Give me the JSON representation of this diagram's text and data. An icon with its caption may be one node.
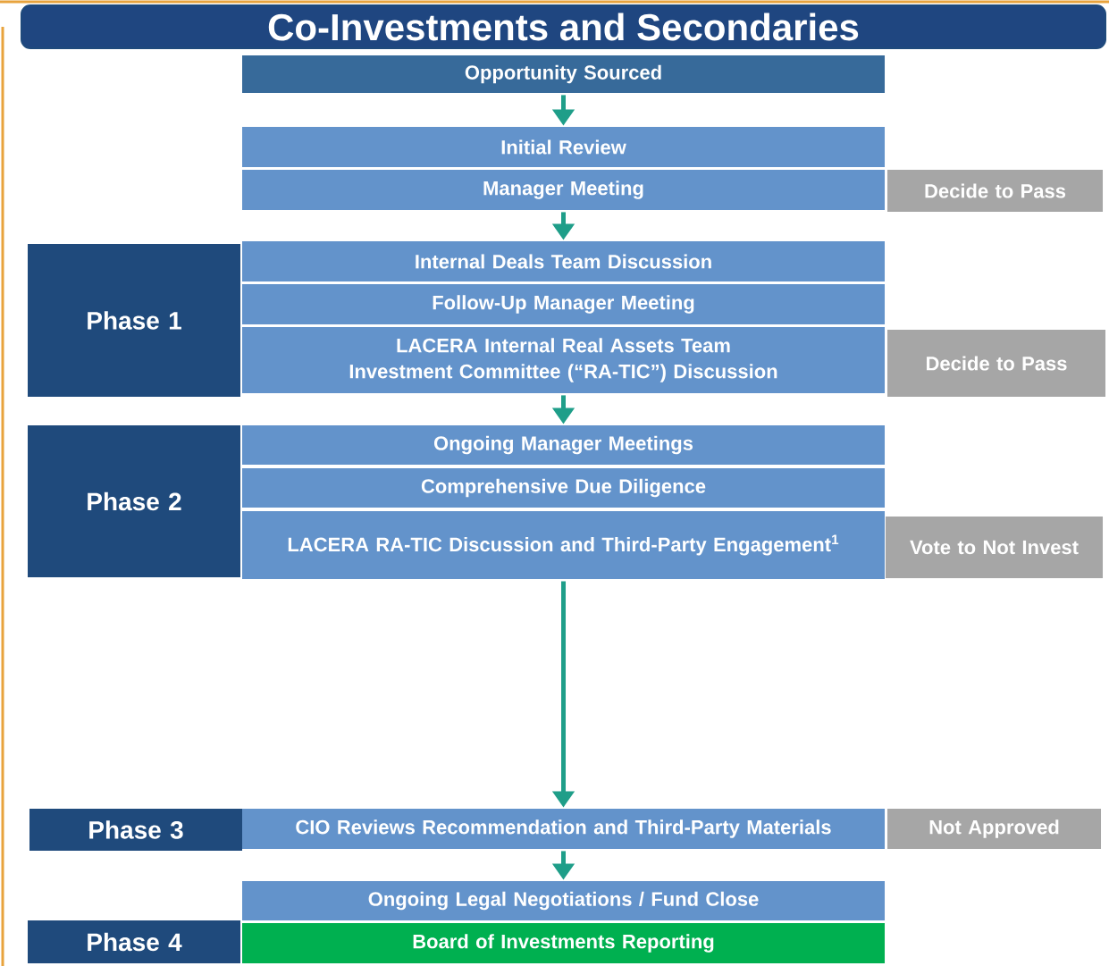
{
  "diagram": {
    "title": "Co-Investments and Secondaries",
    "nodes": [
      {
        "text": [
          "Opportunity Sourced"
        ]
      },
      {
        "text": [
          "Initial Review"
        ]
      },
      {
        "text": [
          "Manager Meeting"
        ]
      },
      {
        "text": [
          "Decide to Pass"
        ]
      },
      {
        "text": [
          "Phase 1"
        ]
      },
      {
        "text": [
          "Internal Deals Team Discussion"
        ]
      },
      {
        "text": [
          "Follow-Up Manager Meeting"
        ]
      },
      {
        "text": [
          "LACERA Internal Real Assets Team Investment Committee (“RA-TIC”) Discussion"
        ]
      },
      {
        "text": [
          "Decide to Pass"
        ]
      },
      {
        "text": [
          "Phase 2"
        ]
      },
      {
        "text": [
          "Ongoing Manager Meetings"
        ]
      },
      {
        "text": [
          "Comprehensive Due Diligence"
        ]
      },
      {
        "text": [
          "LACERA RA-TIC Discussion and Third-Party Engagement$^{1}$"
        ]
      },
      {
        "text": [
          "Vote to Not Invest"
        ]
      },
      {
        "text": [
          "Phase 3"
        ]
      },
      {
        "text": [
          "CIO Reviews Recommendation and Third-Party Materials"
        ]
      },
      {
        "text": [
          "Not Approved"
        ]
      },
      {
        "text": [
          "Phase 4"
        ]
      },
      {
        "text": [
          "Ongoing Legal Negotiations / Fund Close"
        ]
      },
      {
        "text": [
          "Board of Investments Reporting"
        ]
      }
    ],
    "edges": [
      {
        "from": 0,
        "to": 1,
        "arrow": "to"
      },
      {
        "from": 2,
        "to": 5,
        "arrow": "to"
      },
      {
        "from": 7,
        "to": 10,
        "arrow": "to"
      },
      {
        "from": 12,
        "to": 15,
        "arrow": "to"
      },
      {
        "from": 15,
        "to": 18,
        "arrow": "to"
      }
    ]
  }
}
